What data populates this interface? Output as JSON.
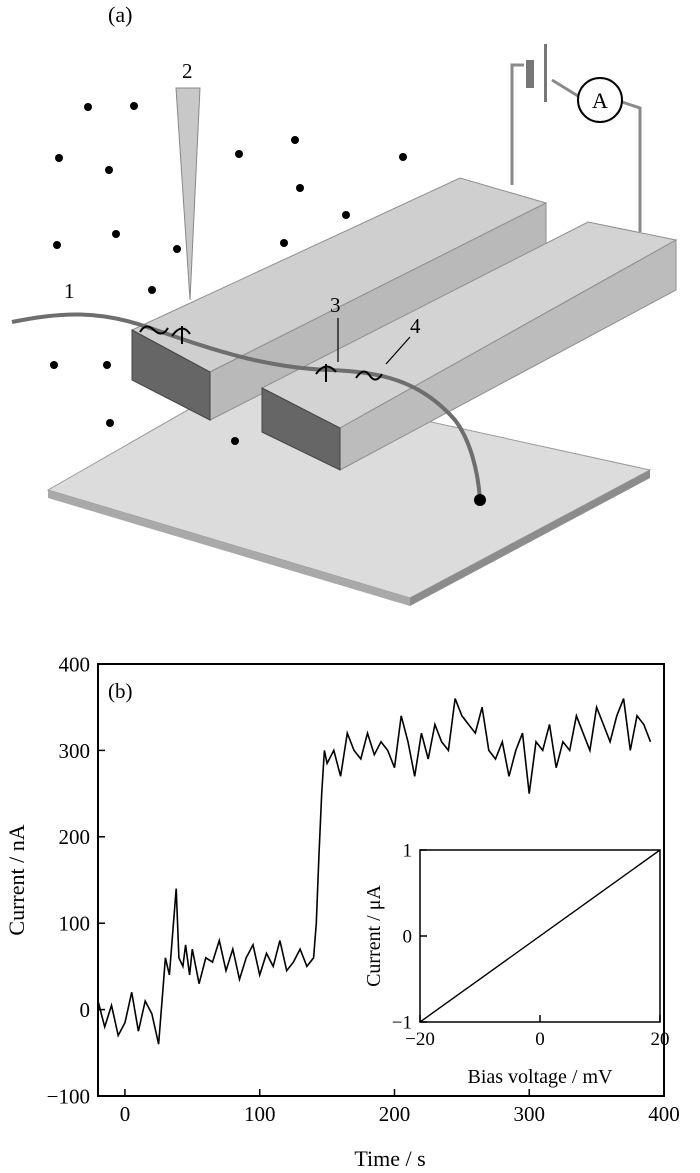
{
  "panel_a": {
    "label": "(a)",
    "ammeter_symbol": "A",
    "labels": [
      "1",
      "2",
      "3",
      "4"
    ],
    "colors": {
      "electrode_top": "#c9c9c9",
      "electrode_side": "#b7b7b7",
      "electrode_end": "#6b6b6b",
      "substrate": "#dcdcdc",
      "wire": "#6e6e6e"
    }
  },
  "chart_data": [
    {
      "type": "line",
      "panel_label": "(b)",
      "title": "",
      "xlabel": "Time / s",
      "ylabel": "Current / nA",
      "xlim": [
        -20,
        400
      ],
      "ylim": [
        -100,
        400
      ],
      "xticks": [
        0,
        100,
        200,
        300,
        400
      ],
      "yticks": [
        -100,
        0,
        100,
        200,
        300,
        400
      ],
      "xtick_labels": [
        "0",
        "100",
        "200",
        "300",
        "400"
      ],
      "ytick_labels": [
        "−100",
        "0",
        "100",
        "200",
        "300",
        "400"
      ],
      "grid": false,
      "line_color": "#000000",
      "series": [
        {
          "x": [
            -20,
            -15,
            -10,
            -5,
            0,
            5,
            10,
            15,
            20,
            25,
            28,
            30,
            33,
            35,
            38,
            40,
            43,
            45,
            48,
            50,
            55,
            60,
            65,
            70,
            75,
            80,
            85,
            90,
            95,
            100,
            105,
            110,
            115,
            120,
            125,
            130,
            135,
            140,
            142,
            144,
            146,
            148,
            150,
            155,
            160,
            165,
            170,
            175,
            180,
            185,
            190,
            195,
            200,
            205,
            210,
            215,
            220,
            225,
            230,
            235,
            240,
            245,
            250,
            255,
            260,
            265,
            270,
            275,
            280,
            285,
            290,
            295,
            300,
            305,
            310,
            315,
            320,
            325,
            330,
            335,
            340,
            345,
            350,
            355,
            360,
            365,
            370,
            375,
            380,
            385,
            390
          ],
          "y": [
            10,
            -20,
            5,
            -30,
            -15,
            20,
            -25,
            10,
            -5,
            -40,
            20,
            60,
            40,
            80,
            140,
            60,
            50,
            75,
            40,
            70,
            30,
            60,
            55,
            80,
            45,
            70,
            35,
            60,
            75,
            40,
            65,
            50,
            80,
            45,
            55,
            70,
            50,
            60,
            100,
            180,
            250,
            300,
            285,
            300,
            270,
            320,
            300,
            290,
            320,
            295,
            310,
            300,
            280,
            340,
            310,
            270,
            320,
            290,
            330,
            310,
            300,
            360,
            340,
            330,
            320,
            350,
            300,
            290,
            310,
            270,
            300,
            320,
            250,
            310,
            300,
            330,
            280,
            310,
            300,
            340,
            320,
            300,
            350,
            330,
            310,
            340,
            360,
            300,
            340,
            330,
            310
          ]
        }
      ]
    },
    {
      "type": "line",
      "title": "",
      "xlabel": "Bias voltage / mV",
      "ylabel": "Current / μA",
      "xlim": [
        -20,
        20
      ],
      "ylim": [
        -1.0,
        1.0
      ],
      "xticks": [
        -20,
        0,
        20
      ],
      "yticks": [
        -1,
        0,
        1
      ],
      "xtick_labels": [
        "−20",
        "0",
        "20"
      ],
      "ytick_labels": [
        "−1",
        "0",
        "1"
      ],
      "grid": false,
      "line_color": "#000000",
      "series": [
        {
          "x": [
            -20,
            20
          ],
          "y": [
            -1.0,
            1.0
          ]
        }
      ]
    }
  ]
}
